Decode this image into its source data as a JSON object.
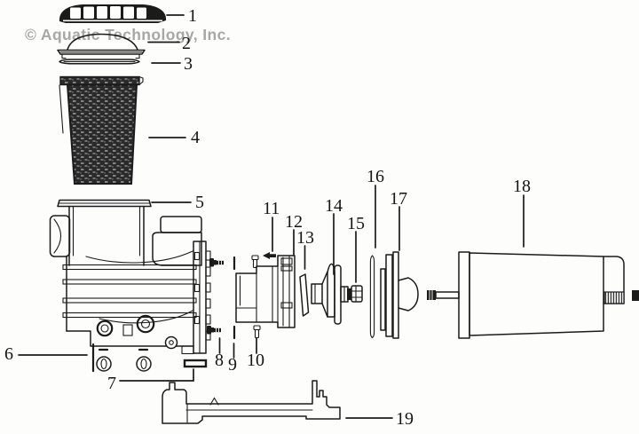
{
  "watermark": {
    "text": "© Aquatic Technology, Inc."
  },
  "labels": {
    "1": "1",
    "2": "2",
    "3": "3",
    "4": "4",
    "5": "5",
    "6": "6",
    "7": "7",
    "8": "8",
    "9": "9",
    "10": "10",
    "11": "11",
    "12": "12",
    "13": "13",
    "14": "14",
    "15": "15",
    "16": "16",
    "17": "17",
    "18": "18",
    "19": "19"
  }
}
